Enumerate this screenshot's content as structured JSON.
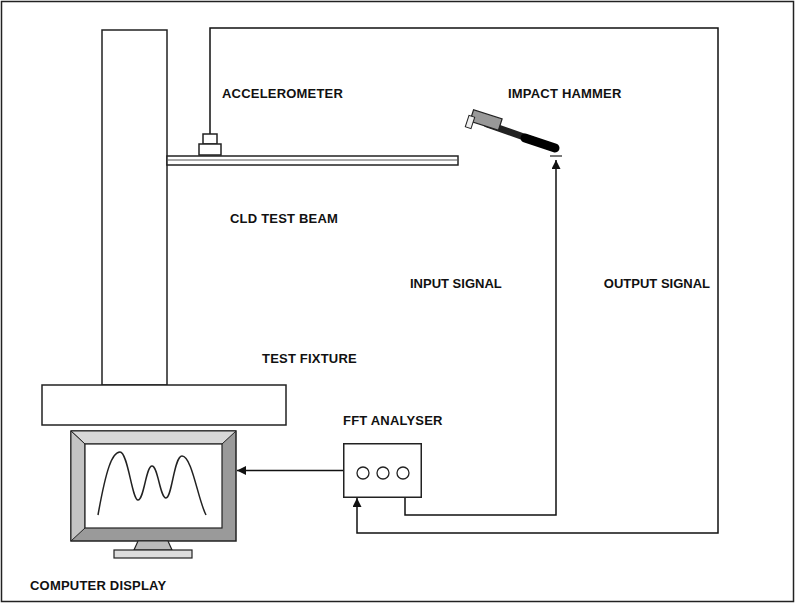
{
  "diagram": {
    "nodes": [
      {
        "text": [
          "ACCELEROMETER"
        ]
      },
      {
        "text": [
          "IMPACT HAMMER"
        ]
      },
      {
        "text": [
          "FFT ANALYSER"
        ]
      },
      {
        "text": [
          "COMPUTER DISPLAY"
        ]
      }
    ],
    "edges": [
      {
        "from": 2,
        "to": 1,
        "label": "INPUT SIGNAL",
        "arrow": "to"
      },
      {
        "from": 0,
        "to": 2,
        "label": "OUTPUT SIGNAL",
        "arrow": "to"
      },
      {
        "from": 2,
        "to": 3,
        "arrow": "to"
      }
    ],
    "labels": [
      "CLD TEST BEAM",
      "TEST FIXTURE"
    ]
  }
}
